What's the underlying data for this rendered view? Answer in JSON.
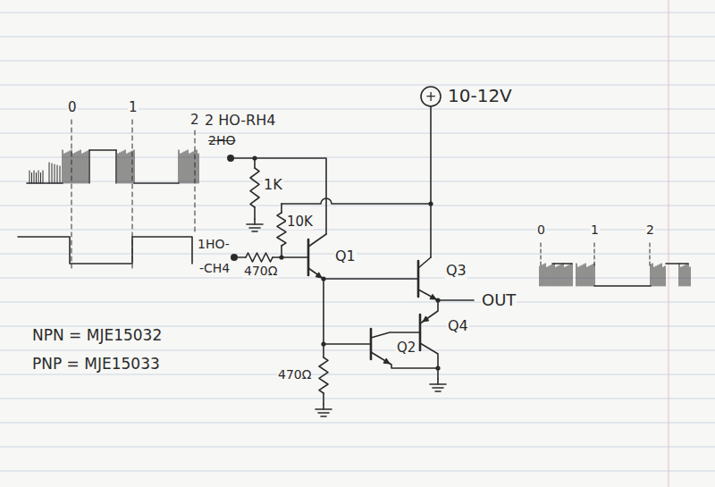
{
  "diagram": {
    "labels": [
      "0",
      "1",
      "2",
      "2 HO-RH4",
      "2HO",
      "1K",
      "10K",
      "1HO-",
      "-CH4",
      "470Ω",
      "Q1",
      "+",
      "10-12V",
      "Q3",
      "OUT",
      "Q4",
      "Q2",
      "470Ω",
      "NPN = MJE15032",
      "PNP = MJE15033",
      "0",
      "1",
      "2"
    ]
  }
}
